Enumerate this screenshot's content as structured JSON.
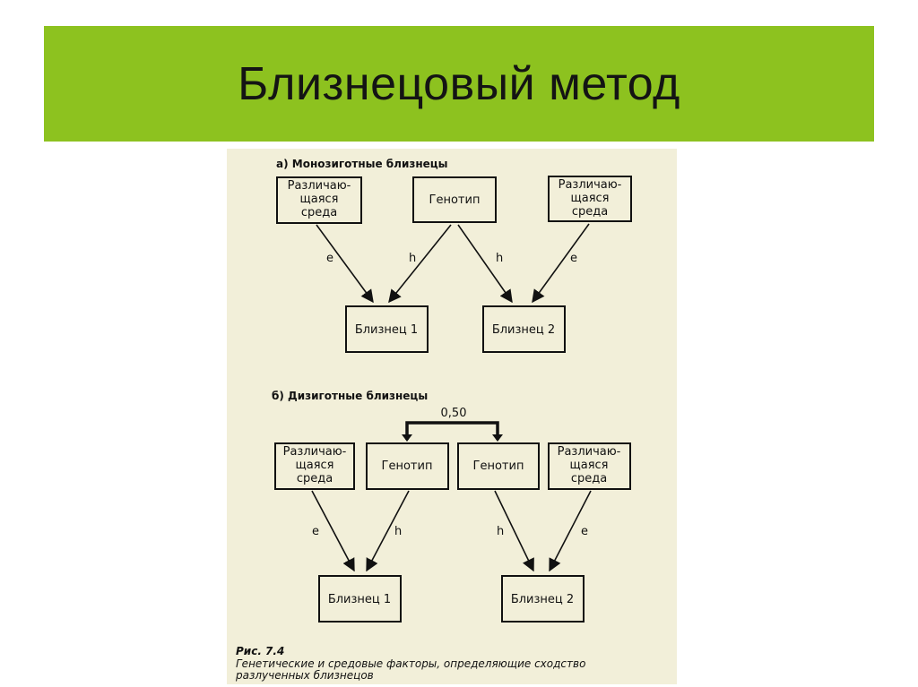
{
  "slide": {
    "title": "Близнецовый метод"
  },
  "figure": {
    "section_a": "а) Монозиготные близнецы",
    "section_b": "б) Дизиготные близнецы",
    "env_line1": "Различаю-",
    "env_line2": "щаяся",
    "env_line3": "среда",
    "genotype": "Генотип",
    "twin1": "Близнец 1",
    "twin2": "Близнец 2",
    "label_e": "e",
    "label_h": "h",
    "correlation": "0,50",
    "caption_title": "Рис. 7.4",
    "caption_line1": "Генетические и средовые факторы, определяющие сходство",
    "caption_line2": "разлученных близнецов"
  },
  "colors": {
    "title_bar": "#8dc21f",
    "figure_bg": "#f2efd9"
  }
}
